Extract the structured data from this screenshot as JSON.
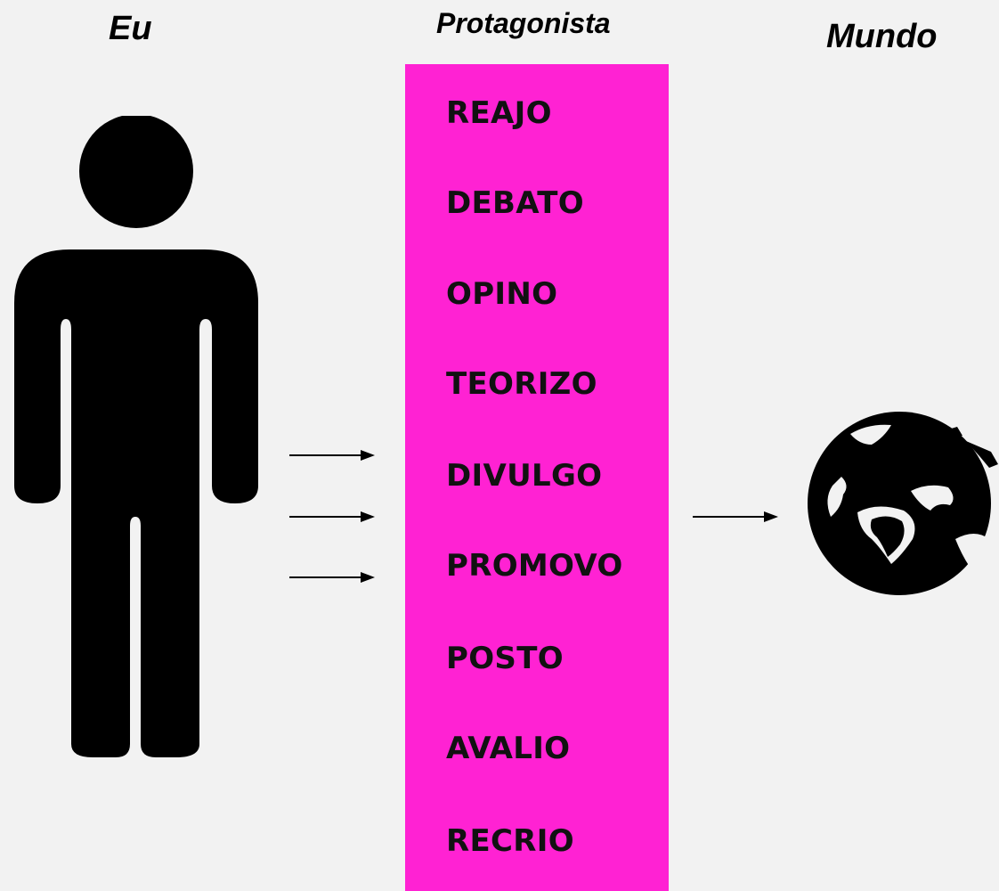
{
  "headings": {
    "left": "Eu",
    "center": "Protagonista",
    "right": "Mundo"
  },
  "verbs": [
    "REAJO",
    "DEBATO",
    "OPINO",
    "TEORIZO",
    "DIVULGO",
    "PROMOVO",
    "POSTO",
    "AVALIO",
    "RECRIO"
  ],
  "colors": {
    "background": "#f2f2f2",
    "box": "#ff22d3",
    "text": "#111111",
    "figure": "#000000"
  },
  "icons": {
    "left": "person-icon",
    "right": "globe-icon"
  }
}
